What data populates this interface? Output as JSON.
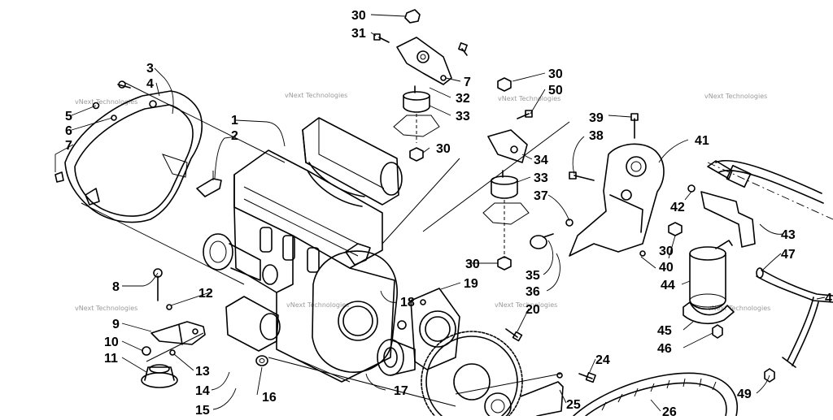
{
  "diagram": {
    "callouts": {
      "c1": "1",
      "c2": "2",
      "c3": "3",
      "c4": "4",
      "c5": "5",
      "c6": "6",
      "c7a": "7",
      "c7b": "7",
      "c8": "8",
      "c9": "9",
      "c10": "10",
      "c11": "11",
      "c12": "12",
      "c13": "13",
      "c14": "14",
      "c15": "15",
      "c16": "16",
      "c17": "17",
      "c18": "18",
      "c19": "19",
      "c20": "20",
      "c24": "24",
      "c25": "25",
      "c26": "26",
      "c30a": "30",
      "c30b": "30",
      "c30c": "30",
      "c30d": "30",
      "c30e": "30",
      "c31": "31",
      "c32": "32",
      "c33a": "33",
      "c33b": "33",
      "c34": "34",
      "c35": "35",
      "c36": "36",
      "c37": "37",
      "c38": "38",
      "c39": "39",
      "c40": "40",
      "c41": "41",
      "c42": "42",
      "c43": "43",
      "c44": "44",
      "c45": "45",
      "c46": "46",
      "c47": "47",
      "c48": "4",
      "c49": "49",
      "c50": "50"
    },
    "watermark": "vNext Technologies"
  }
}
